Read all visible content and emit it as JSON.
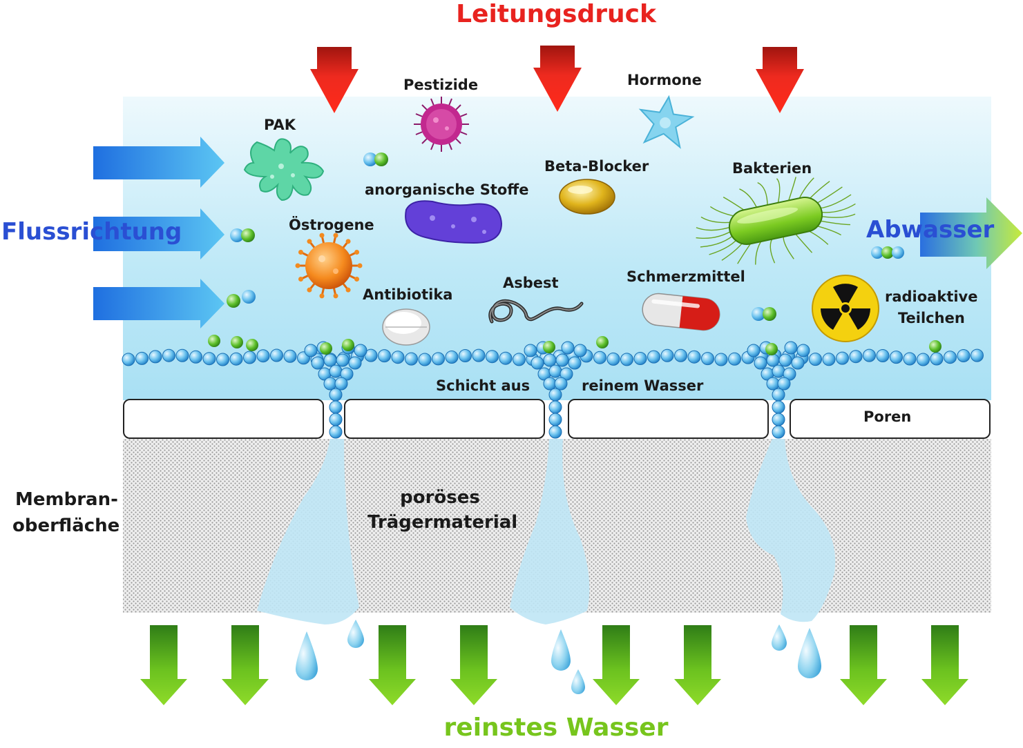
{
  "title_top": "Leitungsdruck",
  "title_bottom": "reinstes Wasser",
  "flow_left": "Flussrichtung",
  "flow_right": "Abwasser",
  "contaminants": {
    "pak": "PAK",
    "pestizide": "Pestizide",
    "hormone": "Hormone",
    "beta_blocker": "Beta-Blocker",
    "anorganische_stoffe": "anorganische Stoffe",
    "bakterien": "Bakterien",
    "oestrogene": "Östrogene",
    "antibiotika": "Antibiotika",
    "asbest": "Asbest",
    "schmerzmittel": "Schmerzmittel",
    "radioaktive_line1": "radioaktive",
    "radioaktive_line2": "Teilchen"
  },
  "layer_label_part1": "Schicht aus",
  "layer_label_part2": "reinem Wasser",
  "pores_label": "Poren",
  "membrane_line1": "Membran-",
  "membrane_line2": "oberfläche",
  "support_line1": "poröses",
  "support_line2": "Trägermaterial",
  "colors": {
    "pressure_arrow": "#e8231f",
    "flow_arrow": "#2a8be8",
    "output_arrow": "#6fbf1f",
    "water": "#bfe9f7",
    "molecule": "#3aa7e6"
  }
}
